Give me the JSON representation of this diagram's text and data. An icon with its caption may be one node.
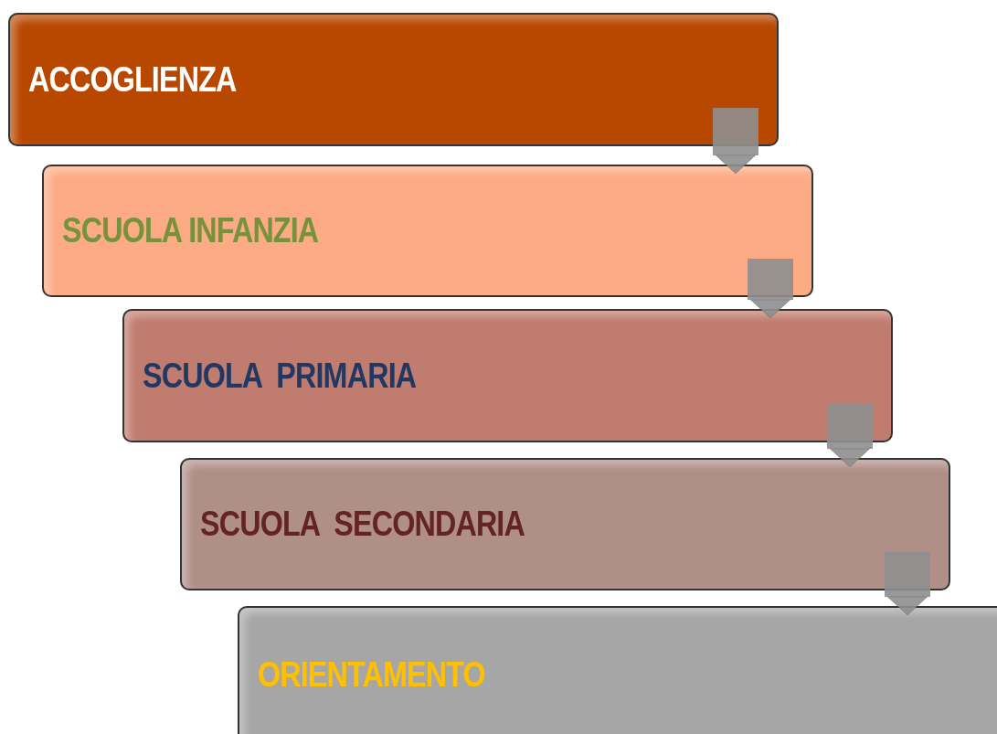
{
  "diagram": {
    "nodes": [
      {
        "text": [
          "ACCOGLIENZA"
        ]
      },
      {
        "text": [
          "SCUOLA INFANZIA"
        ]
      },
      {
        "text": [
          "SCUOLA  PRIMARIA"
        ]
      },
      {
        "text": [
          "SCUOLA  SECONDARIA"
        ]
      },
      {
        "text": [
          "ORIENTAMENTO"
        ]
      }
    ],
    "edges": [
      {
        "from": 0,
        "to": 1,
        "arrow": "to"
      },
      {
        "from": 1,
        "to": 2,
        "arrow": "to"
      },
      {
        "from": 2,
        "to": 3,
        "arrow": "to"
      },
      {
        "from": 3,
        "to": 4,
        "arrow": "to"
      }
    ]
  }
}
